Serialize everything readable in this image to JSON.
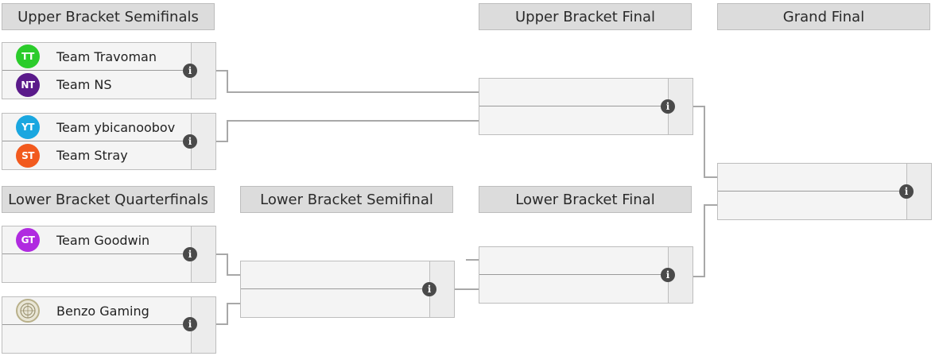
{
  "headers": {
    "upper_semis": "Upper Bracket Semifinals",
    "upper_final": "Upper Bracket Final",
    "grand_final": "Grand Final",
    "lower_quarters": "Lower Bracket Quarterfinals",
    "lower_semi": "Lower Bracket Semifinal",
    "lower_final": "Lower Bracket Final"
  },
  "teams": {
    "travoman": {
      "name": "Team Travoman",
      "abbr": "TT",
      "color": "#2bcc2b"
    },
    "ns": {
      "name": "Team NS",
      "abbr": "NT",
      "color": "#5a1a8a"
    },
    "ybicanoobov": {
      "name": "Team ybicanoobov",
      "abbr": "YT",
      "color": "#1aa7e0"
    },
    "stray": {
      "name": "Team Stray",
      "abbr": "ST",
      "color": "#f25a1e"
    },
    "goodwin": {
      "name": "Team Goodwin",
      "abbr": "GT",
      "color": "#b02be0"
    },
    "benzo": {
      "name": "Benzo Gaming",
      "color": "#cfc9a8"
    }
  },
  "info_icon": "i",
  "colors": {
    "line": "#a8a8a8",
    "header_bg": "#dcdcdc",
    "match_bg": "#f4f4f4"
  }
}
